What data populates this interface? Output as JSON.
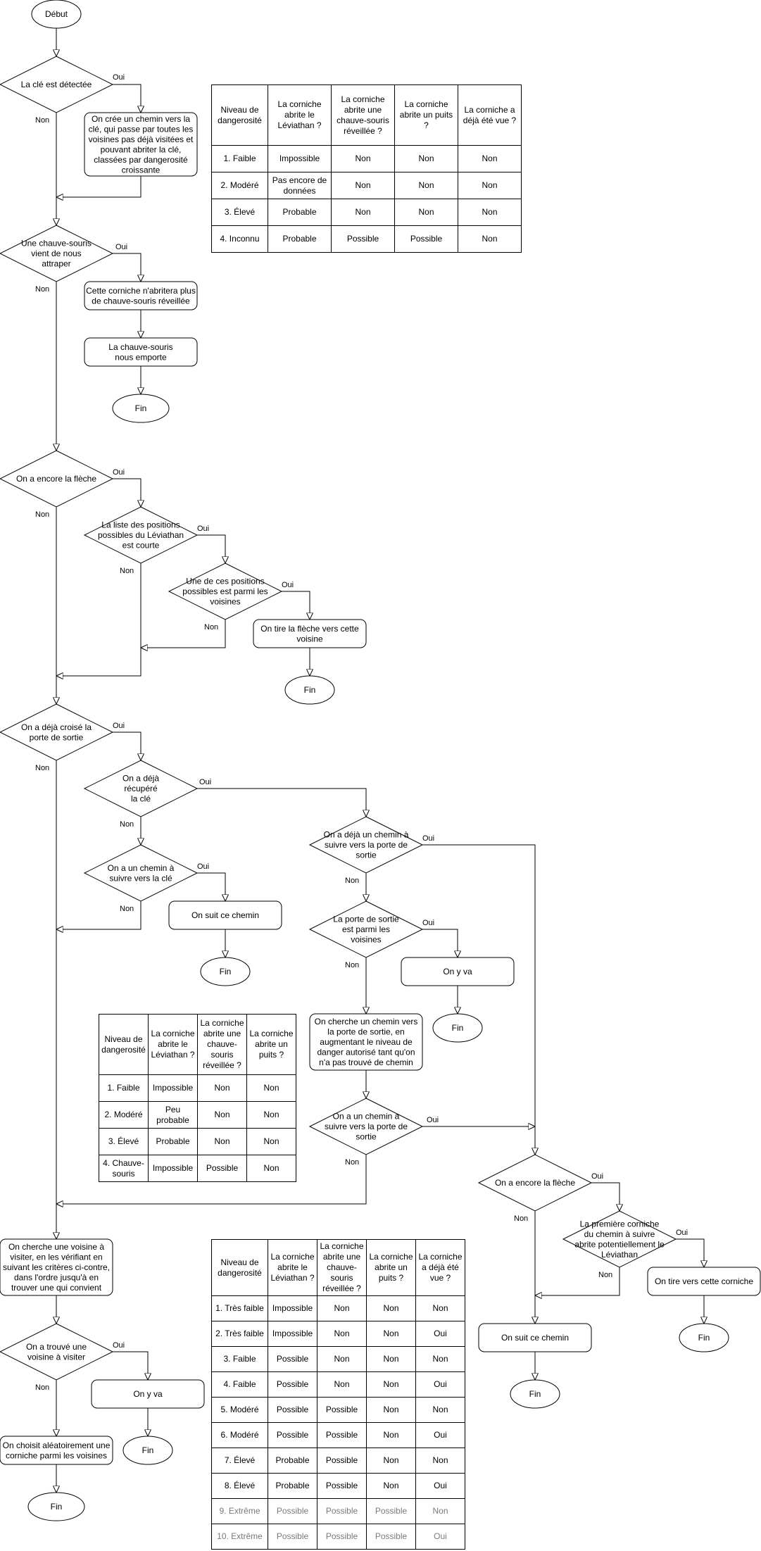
{
  "flow": {
    "start": "Début",
    "yes": "Oui",
    "no": "Non",
    "end": "Fin",
    "key_detected": "La clé est détectée",
    "create_key_path": "On crée un chemin vers la clé, qui passe par toutes les voisines pas déjà visitées et pouvant abriter la clé, classées par dangerosité croissante",
    "bat_catch": "Une chauve-souris vient de nous attraper",
    "ledge_no_bat": "Cette corniche n'abritera plus de chauve-souris réveillée",
    "bat_carries": "La chauve-souris nous emporte",
    "have_arrow_1": "On a encore la flèche",
    "leviathan_list_short": "La liste des positions possibles du Léviathan est courte",
    "position_in_neighbors": "Une de ces positions possibles est parmi les voisines",
    "shoot_neighbor": "On tire la flèche vers cette voisine",
    "crossed_exit": "On a déjà croisé la porte de sortie",
    "key_retrieved": "On a déjà récupéré la clé",
    "path_to_key": "On a un chemin à suivre vers la clé",
    "follow_path_1": "On suit ce chemin",
    "exit_path_exists": "On a déjà un chemin à suivre vers la porte de sortie",
    "exit_in_neighbors": "La porte de sortie est parmi les voisines",
    "go_there_1": "On y va",
    "search_exit_path": "On cherche un chemin vers la porte de sortie, en augmentant le niveau de danger autorisé tant qu'on n'a pas trouvé de chemin",
    "exit_path_found": "On a un chemin à suivre vers la porte de sortie",
    "have_arrow_2": "On a encore la flèche",
    "first_ledge_leviathan": "La première corniche du chemin à suivre abrite potentiellement le Léviathan",
    "shoot_ledge": "On tire vers cette corniche",
    "follow_path_2": "On suit ce chemin",
    "search_neighbor": "On cherche une voisine à visiter, en les vérifiant en suivant les critères ci-contre, dans l'ordre jusqu'à en trouver une qui convient",
    "found_neighbor": "On a trouvé une voisine à visiter",
    "go_there_2": "On y va",
    "random_ledge": "On choisit aléatoirement une corniche parmi les voisines"
  },
  "tables": {
    "t1": {
      "headers": [
        "Niveau de dangerosité",
        "La corniche abrite le Léviathan ?",
        "La corniche abrite une chauve-souris réveillée ?",
        "La corniche abrite un puits ?",
        "La corniche a déjà été vue ?"
      ],
      "rows": [
        [
          "1. Faible",
          "Impossible",
          "Non",
          "Non",
          "Non"
        ],
        [
          "2. Modéré",
          "Pas encore de données",
          "Non",
          "Non",
          "Non"
        ],
        [
          "3. Élevé",
          "Probable",
          "Non",
          "Non",
          "Non"
        ],
        [
          "4. Inconnu",
          "Probable",
          "Possible",
          "Possible",
          "Non"
        ]
      ]
    },
    "t2": {
      "headers": [
        "Niveau de dangerosité",
        "La corniche abrite le Léviathan ?",
        "La corniche abrite une chauve-souris réveillée ?",
        "La corniche abrite un puits ?"
      ],
      "rows": [
        [
          "1. Faible",
          "Impossible",
          "Non",
          "Non"
        ],
        [
          "2. Modéré",
          "Peu probable",
          "Non",
          "Non"
        ],
        [
          "3. Élevé",
          "Probable",
          "Non",
          "Non"
        ],
        [
          "4. Chauve-souris",
          "Impossible",
          "Possible",
          "Non"
        ]
      ]
    },
    "t3": {
      "headers": [
        "Niveau de dangerosité",
        "La corniche abrite le Léviathan ?",
        "La corniche abrite une chauve-souris réveillée ?",
        "La corniche abrite un puits ?",
        "La corniche a déjà été vue ?"
      ],
      "rows": [
        [
          "1. Très faible",
          "Impossible",
          "Non",
          "Non",
          "Non"
        ],
        [
          "2. Très faible",
          "Impossible",
          "Non",
          "Non",
          "Oui"
        ],
        [
          "3. Faible",
          "Possible",
          "Non",
          "Non",
          "Non"
        ],
        [
          "4. Faible",
          "Possible",
          "Non",
          "Non",
          "Oui"
        ],
        [
          "5. Modéré",
          "Possible",
          "Possible",
          "Non",
          "Non"
        ],
        [
          "6. Modéré",
          "Possible",
          "Possible",
          "Non",
          "Oui"
        ],
        [
          "7. Élevé",
          "Probable",
          "Possible",
          "Non",
          "Non"
        ],
        [
          "8. Élevé",
          "Probable",
          "Possible",
          "Non",
          "Oui"
        ],
        [
          "9. Extrême",
          "Possible",
          "Possible",
          "Possible",
          "Non"
        ],
        [
          "10. Extrême",
          "Possible",
          "Possible",
          "Possible",
          "Oui"
        ]
      ],
      "muted_rows": [
        8,
        9
      ]
    }
  }
}
